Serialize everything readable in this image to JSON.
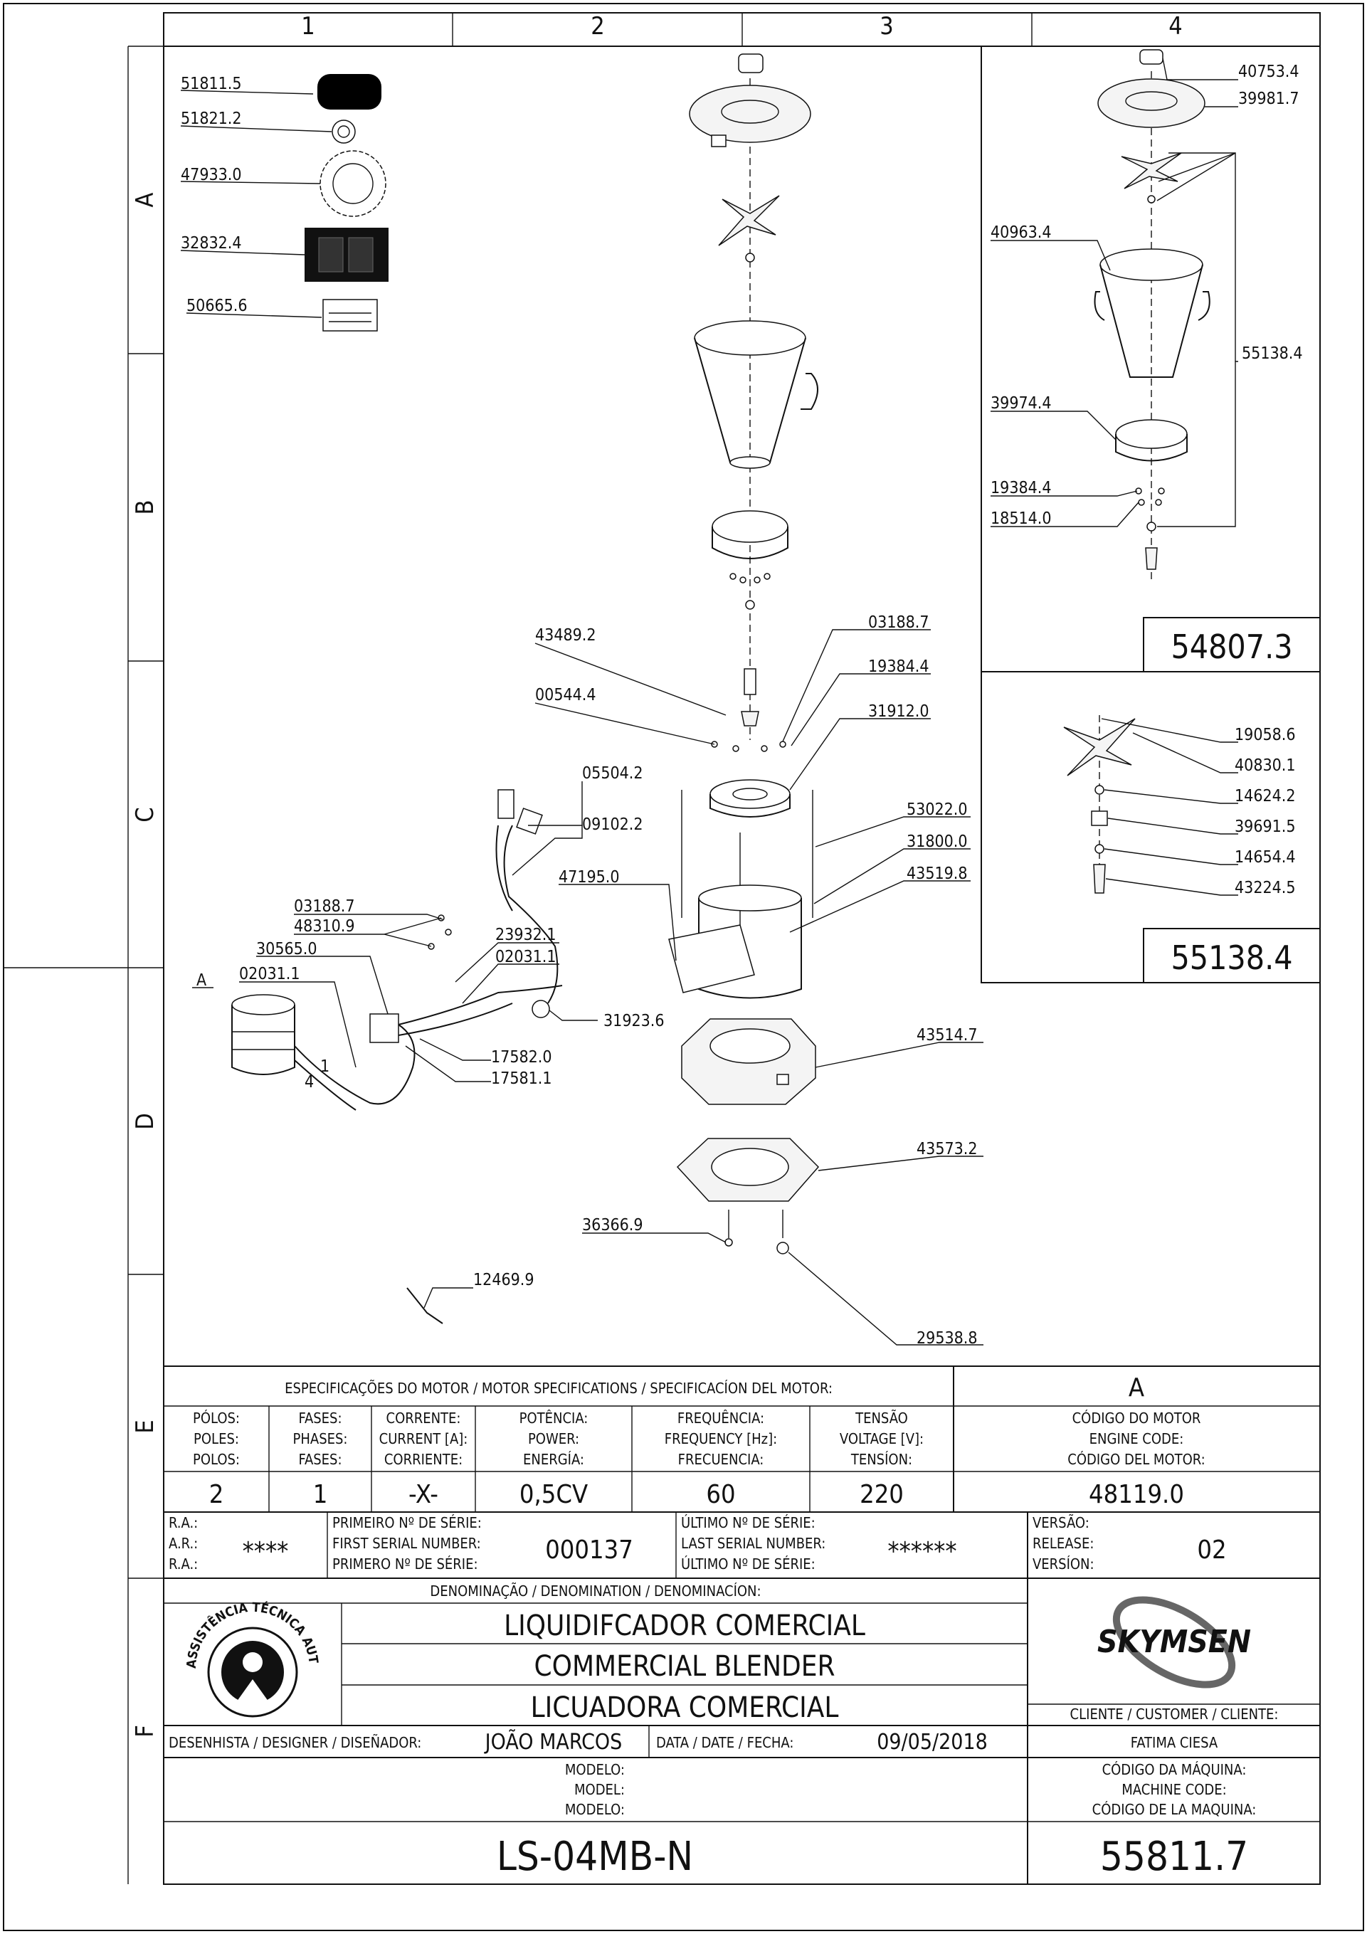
{
  "grid": {
    "columns": [
      "1",
      "2",
      "3",
      "4"
    ],
    "rows": [
      "A",
      "B",
      "C",
      "D",
      "E",
      "F"
    ]
  },
  "detail_a_label": "A",
  "parts": {
    "p51811_5": "51811.5",
    "p51821_2": "51821.2",
    "p47933_0": "47933.0",
    "p32832_4": "32832.4",
    "p50665_6": "50665.6",
    "p43489_2": "43489.2",
    "p00544_4": "00544.4",
    "p03188_7": "03188.7",
    "p19384_4": "19384.4",
    "p31912_0": "31912.0",
    "p05504_2": "05504.2",
    "p09102_2": "09102.2",
    "p47195_0": "47195.0",
    "p53022_0": "53022.0",
    "p31800_0": "31800.0",
    "p43519_8": "43519.8",
    "p03188_7b": "03188.7",
    "p48310_9": "48310.9",
    "p30565_0": "30565.0",
    "p02031_1": "02031.1",
    "p23932_1": "23932.1",
    "p02031_1b": "02031.1",
    "p31923_6": "31923.6",
    "p17582_0": "17582.0",
    "p17581_1": "17581.1",
    "p43514_7": "43514.7",
    "p43573_2": "43573.2",
    "p36366_9": "36366.9",
    "p29538_8": "29538.8",
    "p12469_9": "12469.9",
    "p40753_4": "40753.4",
    "p39981_7": "39981.7",
    "p40963_4": "40963.4",
    "p55138_4": "55138.4",
    "p39974_4": "39974.4",
    "p19384_4b": "19384.4",
    "p18514_0": "18514.0",
    "p19058_6": "19058.6",
    "p40830_1": "40830.1",
    "p14624_2": "14624.2",
    "p39691_5": "39691.5",
    "p14654_4": "14654.4",
    "p43224_5": "43224.5"
  },
  "wire_markers": [
    "1",
    "4"
  ],
  "assembly_codes": {
    "cup_assembly": "54807.3",
    "blade_assembly": "55138.4"
  },
  "motor_specs": {
    "title": "ESPECIFICAÇÕES DO MOTOR / MOTOR SPECIFICATIONS / SPECIFICACÍON DEL MOTOR:",
    "variant": "A",
    "columns": [
      {
        "h1": "PÓLOS:",
        "h2": "POLES:",
        "h3": "POLOS:",
        "value": "2"
      },
      {
        "h1": "FASES:",
        "h2": "PHASES:",
        "h3": "FASES:",
        "value": "1"
      },
      {
        "h1": "CORRENTE:",
        "h2": "CURRENT [A]:",
        "h3": "CORRIENTE:",
        "value": "-X-"
      },
      {
        "h1": "POTÊNCIA:",
        "h2": "POWER:",
        "h3": "ENERGÍA:",
        "value": "0,5CV"
      },
      {
        "h1": "FREQUÊNCIA:",
        "h2": "FREQUENCY [Hz]:",
        "h3": "FRECUENCIA:",
        "value": "60"
      },
      {
        "h1": "TENSÃO",
        "h2": "VOLTAGE [V]:",
        "h3": "TENSÍON:",
        "value": "220"
      },
      {
        "h1": "CÓDIGO DO MOTOR",
        "h2": "ENGINE CODE:",
        "h3": "CÓDIGO DEL MOTOR:",
        "value": "48119.0"
      }
    ]
  },
  "serials": {
    "ra_1": "R.A.:",
    "ra_2": "A.R.:",
    "ra_3": "R.A.:",
    "ra_value": "****",
    "first_1": "PRIMEIRO Nº DE SÉRIE:",
    "first_2": "FIRST SERIAL NUMBER:",
    "first_3": "PRIMERO Nº DE SÉRIE:",
    "first_value": "000137",
    "last_1": "ÚLTIMO Nº DE SÉRIE:",
    "last_2": "LAST SERIAL NUMBER:",
    "last_3": "ÚLTIMO Nº DE SÉRIE:",
    "last_value": "******",
    "version_1": "VERSÃO:",
    "version_2": "RELEASE:",
    "version_3": "VERSÍON:",
    "version_value": "02"
  },
  "denomination": {
    "header": "DENOMINAÇÃO / DENOMINATION / DENOMINACÍON:",
    "pt": "LIQUIDIFCADOR COMERCIAL",
    "en": "COMMERCIAL BLENDER",
    "es": "LICUADORA COMERCIAL"
  },
  "seal": {
    "arc_text": "ASSISTÊNCIA TÉCNICA AUTORIZADA"
  },
  "brand": {
    "name": "SKYMSEN",
    "customer_label": "CLIENTE / CUSTOMER / CLIENTE:",
    "customer": "FATIMA CIESA"
  },
  "designer": {
    "label": "DESENHISTA / DESIGNER / DISEÑADOR:",
    "name": "JOÃO MARCOS",
    "date_label": "DATA / DATE / FECHA:",
    "date": "09/05/2018"
  },
  "model": {
    "label_1": "MODELO:",
    "label_2": "MODEL:",
    "label_3": "MODELO:",
    "value": "LS-04MB-N"
  },
  "machine_code": {
    "label_1": "CÓDIGO DA MÁQUINA:",
    "label_2": "MACHINE CODE:",
    "label_3": "CÓDIGO DE LA MAQUINA:",
    "value": "55811.7"
  }
}
